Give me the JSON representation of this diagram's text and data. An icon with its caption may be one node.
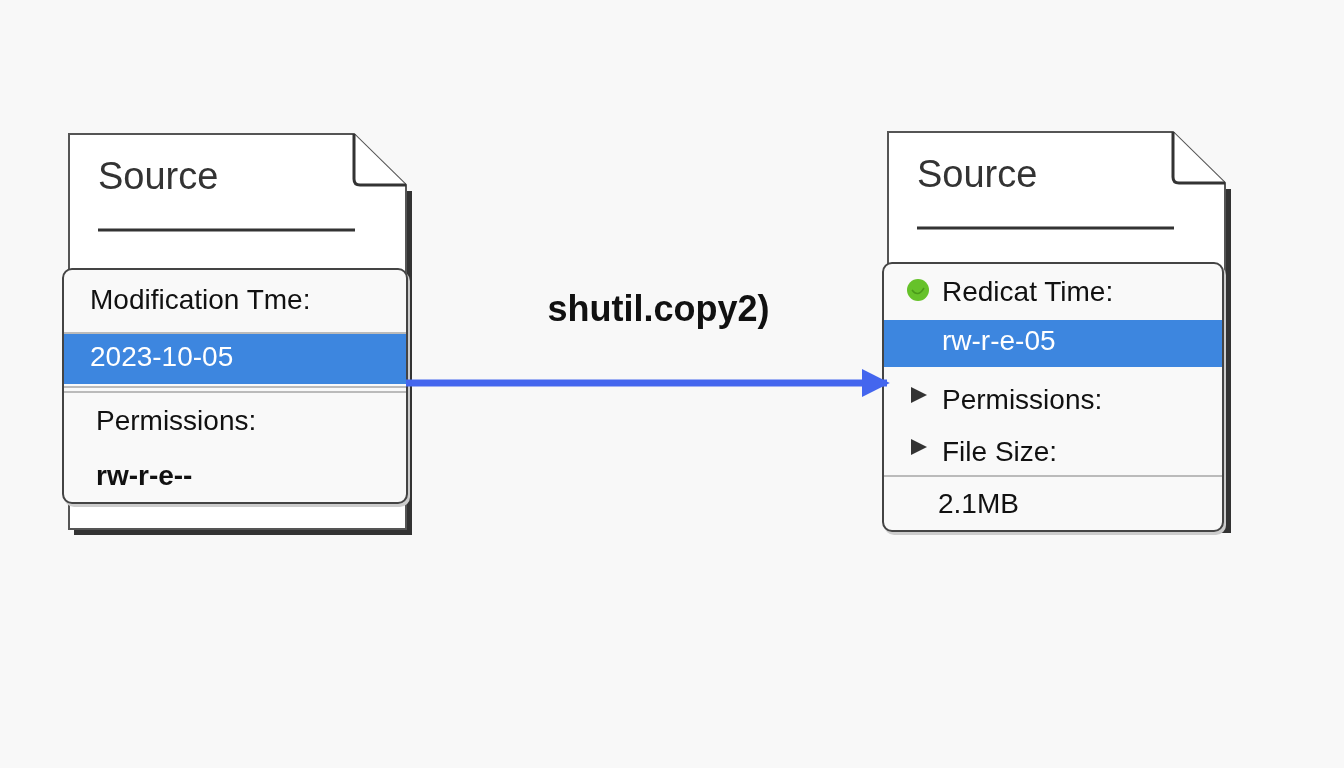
{
  "diagram": {
    "nodes": [
      {
        "text": [
          "Source"
        ]
      },
      {
        "text": [
          "Modification Tme:",
          "2023-10-05",
          "Permissions:",
          "rw-r-e--"
        ],
        "in": 0
      },
      {
        "text": [
          "Source"
        ]
      },
      {
        "text": [
          "Redicat Time:",
          "rw-r-e-05",
          "Permissions:",
          "File Size:",
          "2.1MB"
        ],
        "in": 2
      }
    ],
    "edges": [
      {
        "from": 0,
        "to": 2,
        "arrow": "to",
        "label": "shutil.copy2)",
        "color": "#4466ee"
      }
    ]
  }
}
